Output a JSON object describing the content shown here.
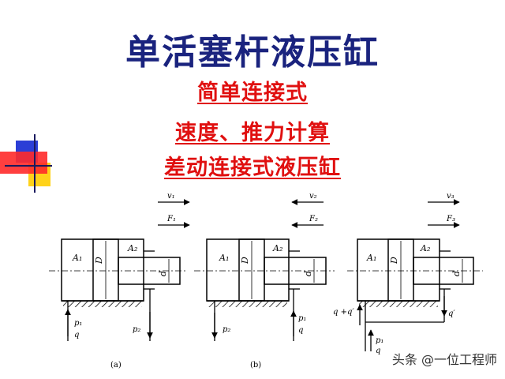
{
  "title": "单活塞杆液压缸",
  "links": [
    "简单连接式",
    "速度、推力计算",
    "差动连接式液压缸"
  ],
  "colors": {
    "title": "#1a237e",
    "link": "#e01010",
    "deco_red": "#ff2a2a",
    "deco_blue": "#2b3ed6",
    "deco_yellow": "#ffd21a"
  },
  "diagrams": [
    {
      "caption": "(a)",
      "velocity": "v₁",
      "force": "F₁",
      "area_main": "A₁",
      "area_rod": "A₂",
      "diameter": "D",
      "rod_diameter": "d",
      "flow_left": [
        "p₁",
        "q"
      ],
      "flow_right": [
        "p₂"
      ]
    },
    {
      "caption": "(b)",
      "velocity": "v₂",
      "force": "F₂",
      "area_main": "A₁",
      "area_rod": "A₂",
      "diameter": "D",
      "rod_diameter": "d",
      "flow_left": [
        "p₂"
      ],
      "flow_right": [
        "p₁",
        "q"
      ]
    },
    {
      "caption": "",
      "velocity": "v₃",
      "force": "F₃",
      "area_main": "A₁",
      "area_rod": "A₂",
      "diameter": "D",
      "rod_diameter": "d",
      "flow_in": "q +q′",
      "flow_out": "q′",
      "flow_bottom": [
        "p₁",
        "q"
      ]
    }
  ],
  "watermark": "头条 @一位工程师"
}
